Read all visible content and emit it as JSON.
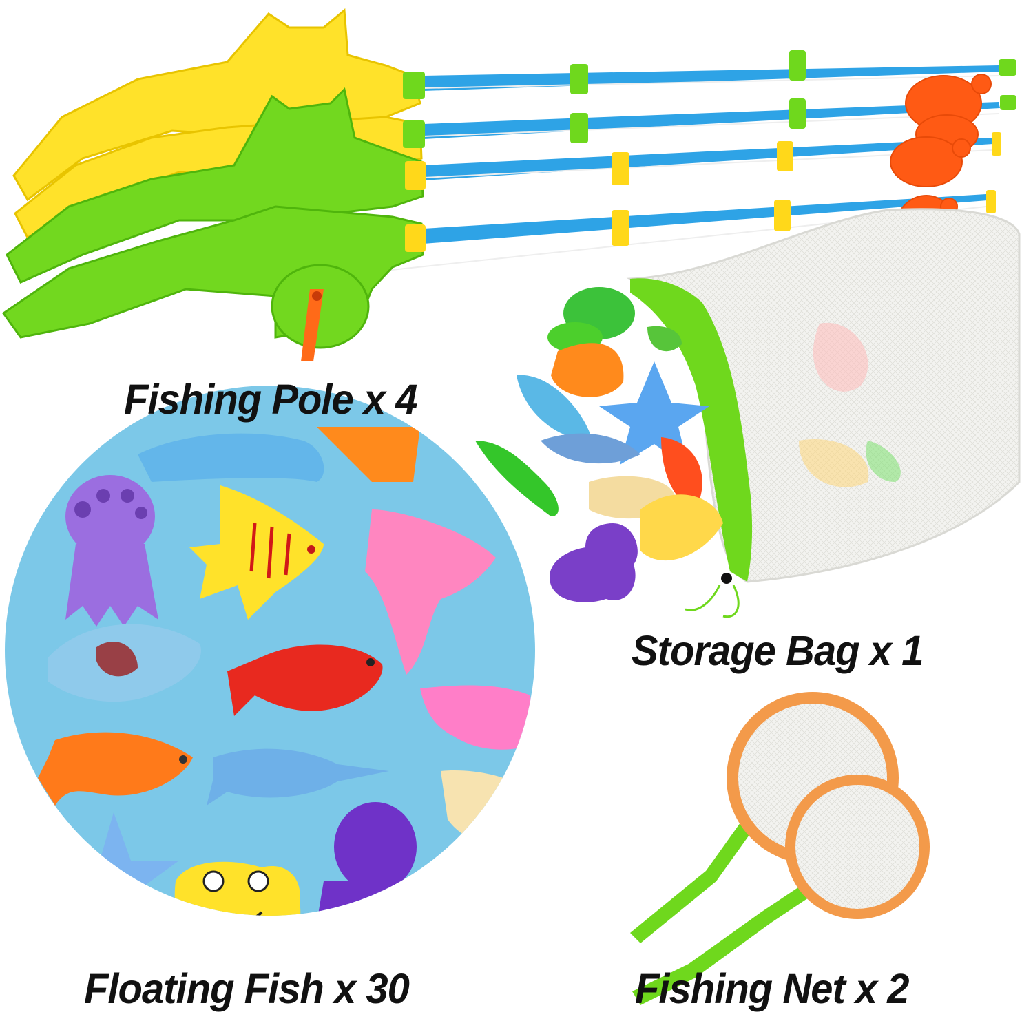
{
  "colors": {
    "water": "#7cc8e8",
    "yellow_pole": "#ffe22a",
    "green_pole": "#6fd81d",
    "blue_rod": "#2ea3e6",
    "orange_turtle": "#ff5a14",
    "net_rim": "#f39a4a",
    "bag_mesh": "#f1f1ee"
  },
  "captions": {
    "fishing_pole": "Fishing Pole  x 4",
    "storage_bag": "Storage Bag x 1",
    "floating_fish": "Floating Fish x 30",
    "fishing_net": "Fishing Net x  2"
  }
}
